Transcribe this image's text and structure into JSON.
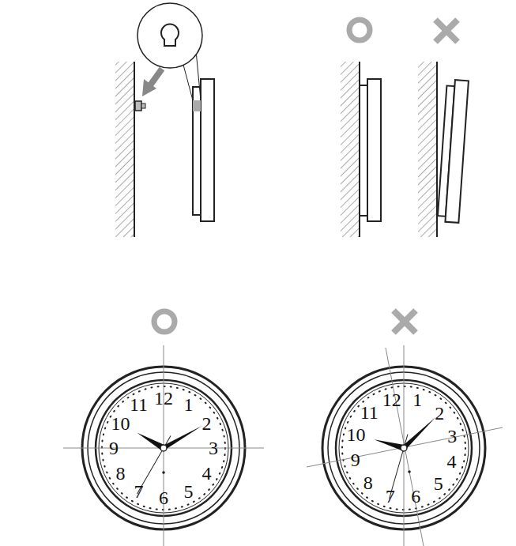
{
  "diagram": {
    "labels": [
      "12",
      "1",
      "2",
      "3",
      "4",
      "5",
      "6",
      "7",
      "8",
      "9",
      "10",
      "11",
      "12",
      "1",
      "2",
      "3",
      "4",
      "5",
      "6",
      "7",
      "8",
      "9",
      "10",
      "11"
    ]
  }
}
